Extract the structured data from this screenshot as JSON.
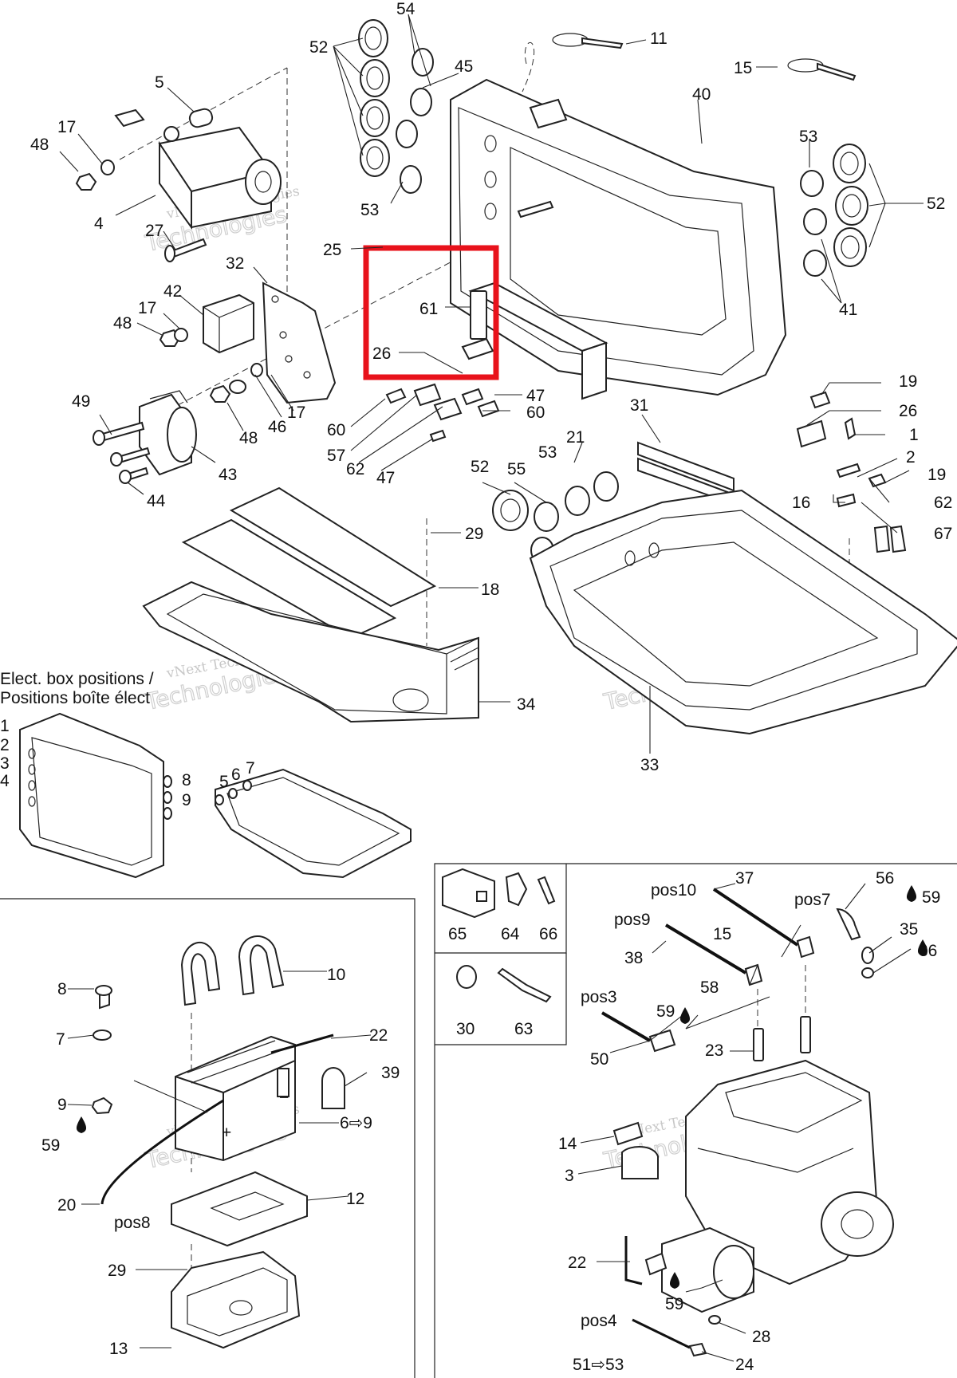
{
  "diagram": {
    "callouts": [
      {
        "id": "c54",
        "text": "54"
      },
      {
        "id": "c52a",
        "text": "52"
      },
      {
        "id": "c45",
        "text": "45"
      },
      {
        "id": "c11",
        "text": "11"
      },
      {
        "id": "c15a",
        "text": "15"
      },
      {
        "id": "c5a",
        "text": "5"
      },
      {
        "id": "c40",
        "text": "40"
      },
      {
        "id": "c17a",
        "text": "17"
      },
      {
        "id": "c48a",
        "text": "48"
      },
      {
        "id": "c53a",
        "text": "53"
      },
      {
        "id": "c52b",
        "text": "52"
      },
      {
        "id": "c4a",
        "text": "4"
      },
      {
        "id": "c27",
        "text": "27"
      },
      {
        "id": "c53b",
        "text": "53"
      },
      {
        "id": "c25",
        "text": "25"
      },
      {
        "id": "c32",
        "text": "32"
      },
      {
        "id": "c41",
        "text": "41"
      },
      {
        "id": "c42",
        "text": "42"
      },
      {
        "id": "c17b",
        "text": "17"
      },
      {
        "id": "c48b",
        "text": "48"
      },
      {
        "id": "c61",
        "text": "61"
      },
      {
        "id": "c26a",
        "text": "26"
      },
      {
        "id": "c19a",
        "text": "19"
      },
      {
        "id": "c49",
        "text": "49"
      },
      {
        "id": "c47a",
        "text": "47"
      },
      {
        "id": "c31",
        "text": "31"
      },
      {
        "id": "c26b",
        "text": "26"
      },
      {
        "id": "c60a",
        "text": "60"
      },
      {
        "id": "c60b",
        "text": "60"
      },
      {
        "id": "c17c",
        "text": "17"
      },
      {
        "id": "c46",
        "text": "46"
      },
      {
        "id": "c48c",
        "text": "48"
      },
      {
        "id": "c1a",
        "text": "1"
      },
      {
        "id": "c21",
        "text": "21"
      },
      {
        "id": "c57",
        "text": "57"
      },
      {
        "id": "c2a",
        "text": "2"
      },
      {
        "id": "c43",
        "text": "43"
      },
      {
        "id": "c62a",
        "text": "62"
      },
      {
        "id": "c47b",
        "text": "47"
      },
      {
        "id": "c53c",
        "text": "53"
      },
      {
        "id": "c52c",
        "text": "52"
      },
      {
        "id": "c55",
        "text": "55"
      },
      {
        "id": "c19b",
        "text": "19"
      },
      {
        "id": "c44",
        "text": "44"
      },
      {
        "id": "c16",
        "text": "16"
      },
      {
        "id": "c62b",
        "text": "62"
      },
      {
        "id": "c29a",
        "text": "29"
      },
      {
        "id": "c67",
        "text": "67"
      },
      {
        "id": "c18",
        "text": "18"
      },
      {
        "id": "c34",
        "text": "34"
      },
      {
        "id": "c33",
        "text": "33"
      },
      {
        "id": "p1",
        "text": "1"
      },
      {
        "id": "p2",
        "text": "2"
      },
      {
        "id": "p3",
        "text": "3"
      },
      {
        "id": "p4",
        "text": "4"
      },
      {
        "id": "p5",
        "text": "5"
      },
      {
        "id": "p6",
        "text": "6"
      },
      {
        "id": "p7",
        "text": "7"
      },
      {
        "id": "p8",
        "text": "8"
      },
      {
        "id": "p9",
        "text": "9"
      },
      {
        "id": "c10",
        "text": "10"
      },
      {
        "id": "c8",
        "text": "8"
      },
      {
        "id": "c7",
        "text": "7"
      },
      {
        "id": "c22a",
        "text": "22"
      },
      {
        "id": "c39",
        "text": "39"
      },
      {
        "id": "c9",
        "text": "9"
      },
      {
        "id": "c69",
        "text": "6⇨9"
      },
      {
        "id": "c59a",
        "text": "59"
      },
      {
        "id": "c12",
        "text": "12"
      },
      {
        "id": "c20",
        "text": "20"
      },
      {
        "id": "pos8",
        "text": "pos8"
      },
      {
        "id": "c29b",
        "text": "29"
      },
      {
        "id": "c13",
        "text": "13"
      },
      {
        "id": "c65",
        "text": "65"
      },
      {
        "id": "c64",
        "text": "64"
      },
      {
        "id": "c66",
        "text": "66"
      },
      {
        "id": "c30",
        "text": "30"
      },
      {
        "id": "c63",
        "text": "63"
      },
      {
        "id": "c37",
        "text": "37"
      },
      {
        "id": "pos10",
        "text": "pos10"
      },
      {
        "id": "c56",
        "text": "56"
      },
      {
        "id": "pos7",
        "text": "pos7"
      },
      {
        "id": "c59b",
        "text": "59"
      },
      {
        "id": "pos9",
        "text": "pos9"
      },
      {
        "id": "c15b",
        "text": "15"
      },
      {
        "id": "c35",
        "text": "35"
      },
      {
        "id": "c36",
        "text": "36"
      },
      {
        "id": "c38",
        "text": "38"
      },
      {
        "id": "c58",
        "text": "58"
      },
      {
        "id": "pos3",
        "text": "pos3"
      },
      {
        "id": "c59c",
        "text": "59"
      },
      {
        "id": "c23",
        "text": "23"
      },
      {
        "id": "c50",
        "text": "50"
      },
      {
        "id": "c14",
        "text": "14"
      },
      {
        "id": "c3",
        "text": "3"
      },
      {
        "id": "c22b",
        "text": "22"
      },
      {
        "id": "c59d",
        "text": "59"
      },
      {
        "id": "pos4",
        "text": "pos4"
      },
      {
        "id": "c28",
        "text": "28"
      },
      {
        "id": "c51",
        "text": "51⇨53"
      },
      {
        "id": "c24",
        "text": "24"
      }
    ],
    "caption_line1": "Elect. box positions /",
    "caption_line2": "Positions boîte élect",
    "watermark_line1": "vNext Technologies",
    "watermark_line2": "Technologies",
    "highlight_color": "#e8121b",
    "line_color": "#222222"
  }
}
